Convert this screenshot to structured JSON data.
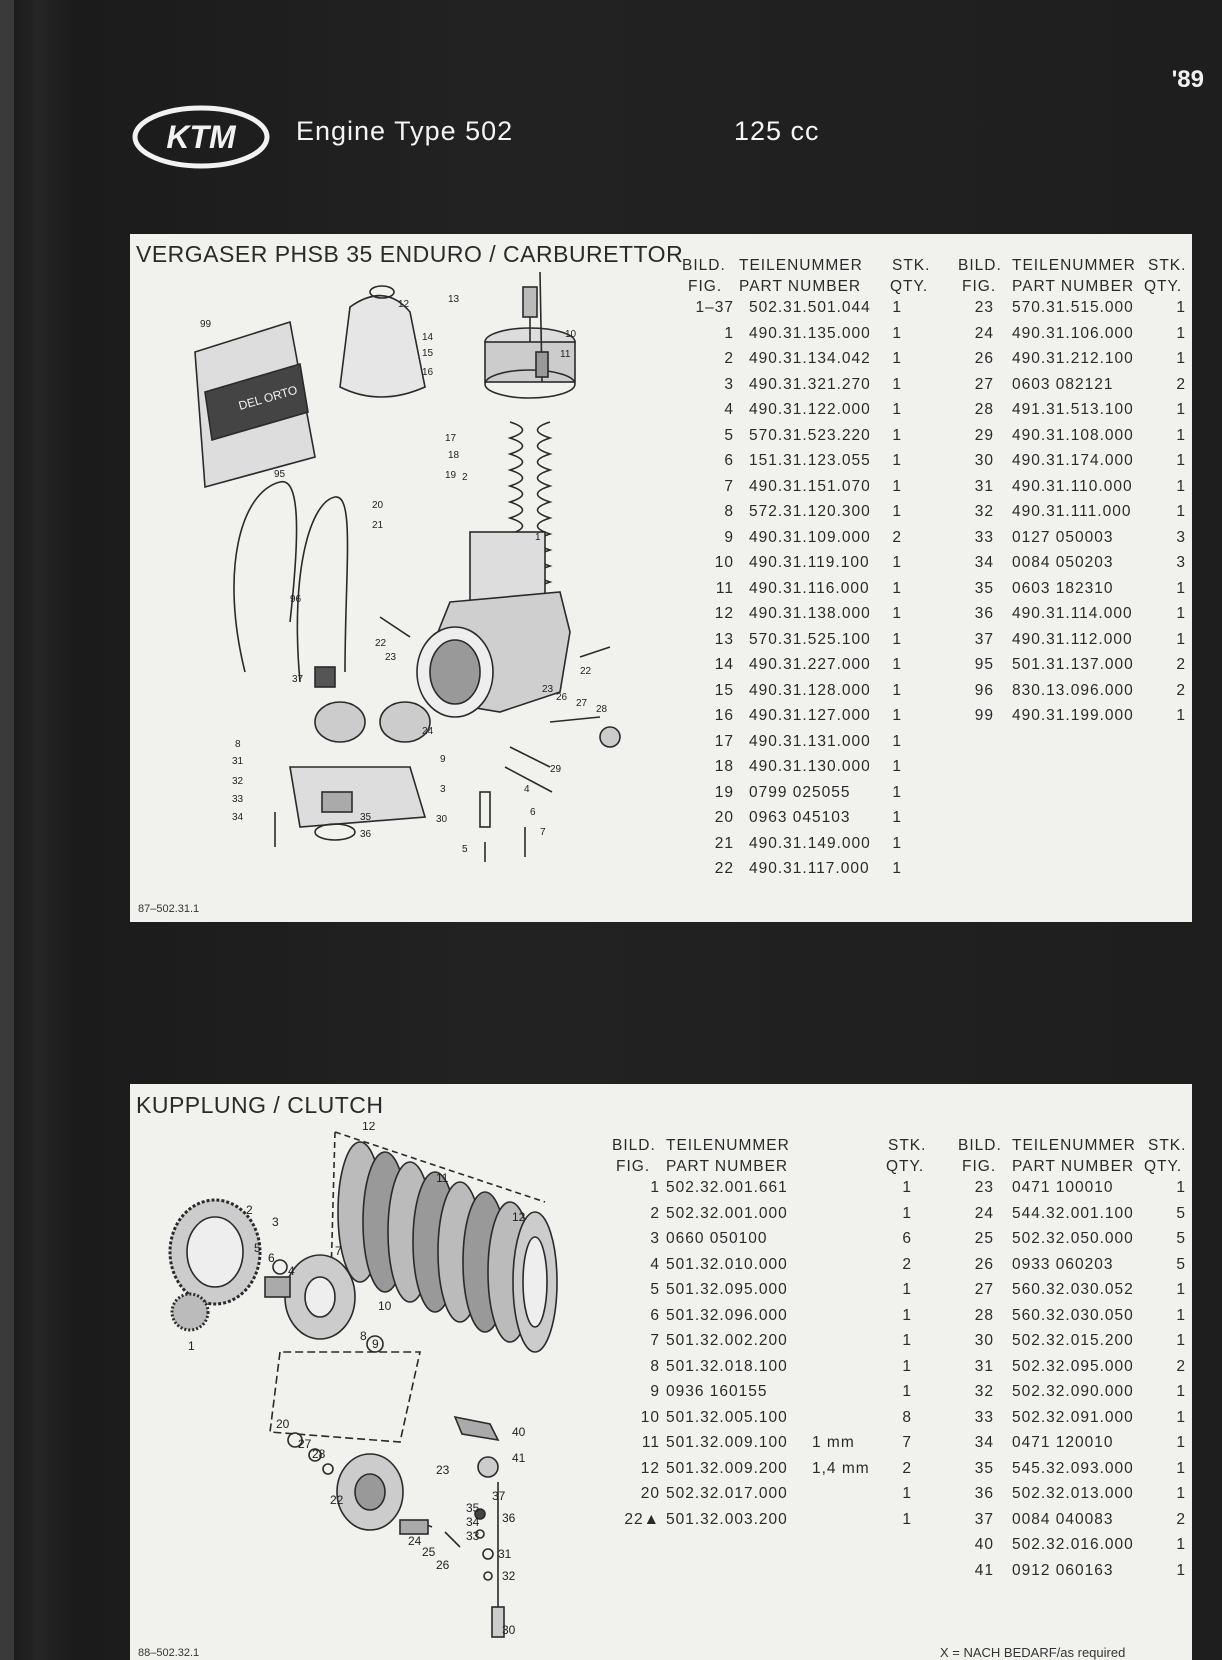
{
  "header": {
    "year": "'89",
    "logo_text": "KTM",
    "engine_title": "Engine Type 502",
    "displacement": "125 cc"
  },
  "table_headers": {
    "bild": "BILD.",
    "fig": "FIG.",
    "teilenummer": "TEILENUMMER",
    "part_number": "PART NUMBER",
    "stk": "STK.",
    "qty": "QTY."
  },
  "carburettor": {
    "title": "VERGASER PHSB 35 ENDURO / CARBURETTOR",
    "figure_code": "87–502.31.1",
    "diagram_labels": {
      "kit_brand": "DEL ORTO"
    },
    "left_rows": [
      {
        "fig": "1–37",
        "part": "502.31.501.044",
        "note": "",
        "qty": "1"
      },
      {
        "fig": "1",
        "part": "490.31.135.000",
        "note": "",
        "qty": "1"
      },
      {
        "fig": "2",
        "part": "490.31.134.042",
        "note": "",
        "qty": "1"
      },
      {
        "fig": "3",
        "part": "490.31.321.270",
        "note": "",
        "qty": "1"
      },
      {
        "fig": "4",
        "part": "490.31.122.000",
        "note": "",
        "qty": "1"
      },
      {
        "fig": "5",
        "part": "570.31.523.220",
        "note": "",
        "qty": "1"
      },
      {
        "fig": "6",
        "part": "151.31.123.055",
        "note": "",
        "qty": "1"
      },
      {
        "fig": "7",
        "part": "490.31.151.070",
        "note": "",
        "qty": "1"
      },
      {
        "fig": "8",
        "part": "572.31.120.300",
        "note": "",
        "qty": "1"
      },
      {
        "fig": "9",
        "part": "490.31.109.000",
        "note": "",
        "qty": "2"
      },
      {
        "fig": "10",
        "part": "490.31.119.100",
        "note": "",
        "qty": "1"
      },
      {
        "fig": "11",
        "part": "490.31.116.000",
        "note": "",
        "qty": "1"
      },
      {
        "fig": "12",
        "part": "490.31.138.000",
        "note": "",
        "qty": "1"
      },
      {
        "fig": "13",
        "part": "570.31.525.100",
        "note": "",
        "qty": "1"
      },
      {
        "fig": "14",
        "part": "490.31.227.000",
        "note": "",
        "qty": "1"
      },
      {
        "fig": "15",
        "part": "490.31.128.000",
        "note": "",
        "qty": "1"
      },
      {
        "fig": "16",
        "part": "490.31.127.000",
        "note": "",
        "qty": "1"
      },
      {
        "fig": "17",
        "part": "490.31.131.000",
        "note": "",
        "qty": "1"
      },
      {
        "fig": "18",
        "part": "490.31.130.000",
        "note": "",
        "qty": "1"
      },
      {
        "fig": "19",
        "part": "0799 025055",
        "note": "",
        "qty": "1"
      },
      {
        "fig": "20",
        "part": "0963 045103",
        "note": "",
        "qty": "1"
      },
      {
        "fig": "21",
        "part": "490.31.149.000",
        "note": "",
        "qty": "1"
      },
      {
        "fig": "22",
        "part": "490.31.117.000",
        "note": "",
        "qty": "1"
      }
    ],
    "right_rows": [
      {
        "fig": "23",
        "part": "570.31.515.000",
        "qty": "1"
      },
      {
        "fig": "24",
        "part": "490.31.106.000",
        "qty": "1"
      },
      {
        "fig": "26",
        "part": "490.31.212.100",
        "qty": "1"
      },
      {
        "fig": "27",
        "part": "0603 082121",
        "qty": "2"
      },
      {
        "fig": "28",
        "part": "491.31.513.100",
        "qty": "1"
      },
      {
        "fig": "29",
        "part": "490.31.108.000",
        "qty": "1"
      },
      {
        "fig": "30",
        "part": "490.31.174.000",
        "qty": "1"
      },
      {
        "fig": "31",
        "part": "490.31.110.000",
        "qty": "1"
      },
      {
        "fig": "32",
        "part": "490.31.111.000",
        "qty": "1"
      },
      {
        "fig": "33",
        "part": "0127 050003",
        "qty": "3"
      },
      {
        "fig": "34",
        "part": "0084 050203",
        "qty": "3"
      },
      {
        "fig": "35",
        "part": "0603 182310",
        "qty": "1"
      },
      {
        "fig": "36",
        "part": "490.31.114.000",
        "qty": "1"
      },
      {
        "fig": "37",
        "part": "490.31.112.000",
        "qty": "1"
      },
      {
        "fig": "95",
        "part": "501.31.137.000",
        "qty": "2"
      },
      {
        "fig": "96",
        "part": "830.13.096.000",
        "qty": "2"
      },
      {
        "fig": "99",
        "part": "490.31.199.000",
        "qty": "1"
      }
    ]
  },
  "clutch": {
    "title": "KUPPLUNG / CLUTCH",
    "figure_code": "88–502.32.1",
    "footnote": "X = NACH BEDARF/as required",
    "left_rows": [
      {
        "fig": "1",
        "part": "502.32.001.661",
        "note": "",
        "qty": "1"
      },
      {
        "fig": "2",
        "part": "502.32.001.000",
        "note": "",
        "qty": "1"
      },
      {
        "fig": "3",
        "part": "0660 050100",
        "note": "",
        "qty": "6"
      },
      {
        "fig": "4",
        "part": "501.32.010.000",
        "note": "",
        "qty": "2"
      },
      {
        "fig": "5",
        "part": "501.32.095.000",
        "note": "",
        "qty": "1"
      },
      {
        "fig": "6",
        "part": "501.32.096.000",
        "note": "",
        "qty": "1"
      },
      {
        "fig": "7",
        "part": "501.32.002.200",
        "note": "",
        "qty": "1"
      },
      {
        "fig": "8",
        "part": "501.32.018.100",
        "note": "",
        "qty": "1"
      },
      {
        "fig": "9",
        "part": "0936 160155",
        "note": "",
        "qty": "1"
      },
      {
        "fig": "10",
        "part": "501.32.005.100",
        "note": "",
        "qty": "8"
      },
      {
        "fig": "11",
        "part": "501.32.009.100",
        "note": "1 mm",
        "qty": "7"
      },
      {
        "fig": "12",
        "part": "501.32.009.200",
        "note": "1,4 mm",
        "qty": "2"
      },
      {
        "fig": "20",
        "part": "502.32.017.000",
        "note": "",
        "qty": "1"
      },
      {
        "fig": "22▲",
        "part": "501.32.003.200",
        "note": "",
        "qty": "1"
      }
    ],
    "right_rows": [
      {
        "fig": "23",
        "part": "0471 100010",
        "qty": "1"
      },
      {
        "fig": "24",
        "part": "544.32.001.100",
        "qty": "5"
      },
      {
        "fig": "25",
        "part": "502.32.050.000",
        "qty": "5"
      },
      {
        "fig": "26",
        "part": "0933 060203",
        "qty": "5"
      },
      {
        "fig": "27",
        "part": "560.32.030.052",
        "qty": "1"
      },
      {
        "fig": "28",
        "part": "560.32.030.050",
        "qty": "1"
      },
      {
        "fig": "30",
        "part": "502.32.015.200",
        "qty": "1"
      },
      {
        "fig": "31",
        "part": "502.32.095.000",
        "qty": "2"
      },
      {
        "fig": "32",
        "part": "502.32.090.000",
        "qty": "1"
      },
      {
        "fig": "33",
        "part": "502.32.091.000",
        "qty": "1"
      },
      {
        "fig": "34",
        "part": "0471 120010",
        "qty": "1"
      },
      {
        "fig": "35",
        "part": "545.32.093.000",
        "qty": "1"
      },
      {
        "fig": "36",
        "part": "502.32.013.000",
        "qty": "1"
      },
      {
        "fig": "37",
        "part": "0084 040083",
        "qty": "2"
      },
      {
        "fig": "40",
        "part": "502.32.016.000",
        "qty": "1"
      },
      {
        "fig": "41",
        "part": "0912 060163",
        "qty": "1"
      }
    ]
  }
}
